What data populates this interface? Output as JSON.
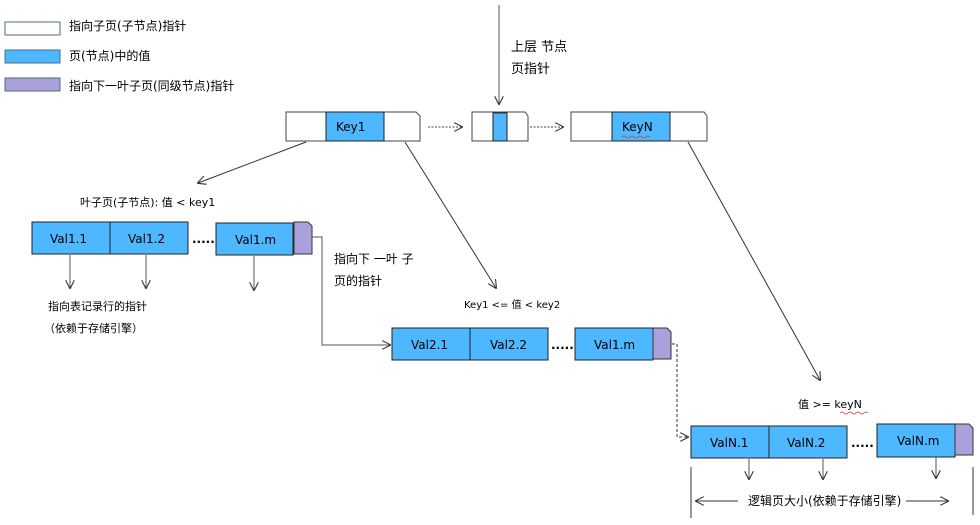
{
  "colors": {
    "value_fill": "#4db8ff",
    "leaf_pointer_fill": "#a9a0dc",
    "child_pointer_fill": "#ffffff",
    "border": "#222222",
    "line": "#555555"
  },
  "legend": [
    {
      "swatch": "child-pointer",
      "label": "指向子页(子节点)指针"
    },
    {
      "swatch": "value",
      "label": "页(节点)中的值"
    },
    {
      "swatch": "leaf-pointer",
      "label": "指向下一叶子页(同级节点)指针"
    }
  ],
  "root": {
    "upper_pointer_label_line1": "上层 节点",
    "upper_pointer_label_line2": "页指针",
    "key1": "Key1",
    "keyN": "KeyN"
  },
  "leaf1": {
    "condition": "叶子页(子节点): 值  < key1",
    "values": [
      "Val1.1",
      "Val1.2",
      "Val1.m"
    ],
    "ellipsis": ".....",
    "row_pointer_line1": "指向表记录行的指针",
    "row_pointer_line2": "（依赖于存储引擎）",
    "next_leaf_label_line1": "指向下 一叶 子",
    "next_leaf_label_line2": "页的指针"
  },
  "leaf2": {
    "condition": "Key1 <=  值  < key2",
    "values": [
      "Val2.1",
      "Val2.2",
      "Val1.m"
    ],
    "ellipsis": "....."
  },
  "leafN": {
    "condition": "值  >=   keyN",
    "values": [
      "ValN.1",
      "ValN.2",
      "ValN.m"
    ],
    "ellipsis": ".....",
    "page_size_label": "逻辑页大小(依赖于存储引擎)"
  }
}
